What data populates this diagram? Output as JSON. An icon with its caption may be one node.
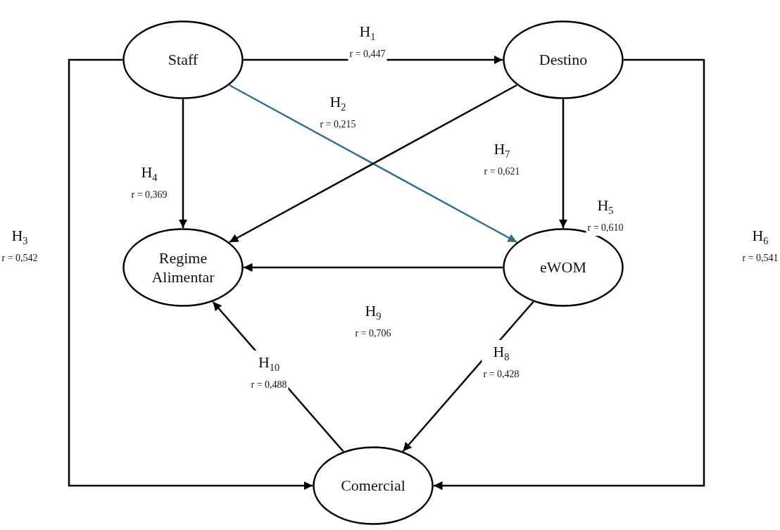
{
  "diagram": {
    "nodes": [
      {
        "text": [
          "Staff"
        ]
      },
      {
        "text": [
          "Destino"
        ]
      },
      {
        "text": [
          "Regime Alimentar"
        ]
      },
      {
        "text": [
          "eWOM"
        ]
      },
      {
        "text": [
          "Comercial"
        ]
      }
    ],
    "edges": [
      {
        "from": 0,
        "to": 1,
        "arrow": "to",
        "label": "H$_{1}$ r = 0,447"
      },
      {
        "from": 0,
        "to": 3,
        "arrow": "to",
        "label": "H$_{2}$ r = 0,215",
        "color": "#2e6f8e"
      },
      {
        "from": 0,
        "to": 4,
        "arrow": "to",
        "label": "H$_{3}$ r = 0,542"
      },
      {
        "from": 0,
        "to": 2,
        "arrow": "to",
        "label": "H$_{4}$ r = 0,369"
      },
      {
        "from": 1,
        "to": 3,
        "arrow": "to",
        "label": "H$_{5}$ r = 0,610"
      },
      {
        "from": 1,
        "to": 4,
        "arrow": "to",
        "label": "H$_{6}$ r = 0,541"
      },
      {
        "from": 1,
        "to": 2,
        "arrow": "to",
        "label": "H$_{7}$ r = 0,621"
      },
      {
        "from": 3,
        "to": 4,
        "arrow": "to",
        "label": "H$_{8}$ r = 0,428"
      },
      {
        "from": 3,
        "to": 2,
        "arrow": "to",
        "label": "H$_{9}$ r = 0,706"
      },
      {
        "from": 4,
        "to": 2,
        "arrow": "to",
        "label": "H$_{10}$ r = 0,488"
      }
    ]
  }
}
